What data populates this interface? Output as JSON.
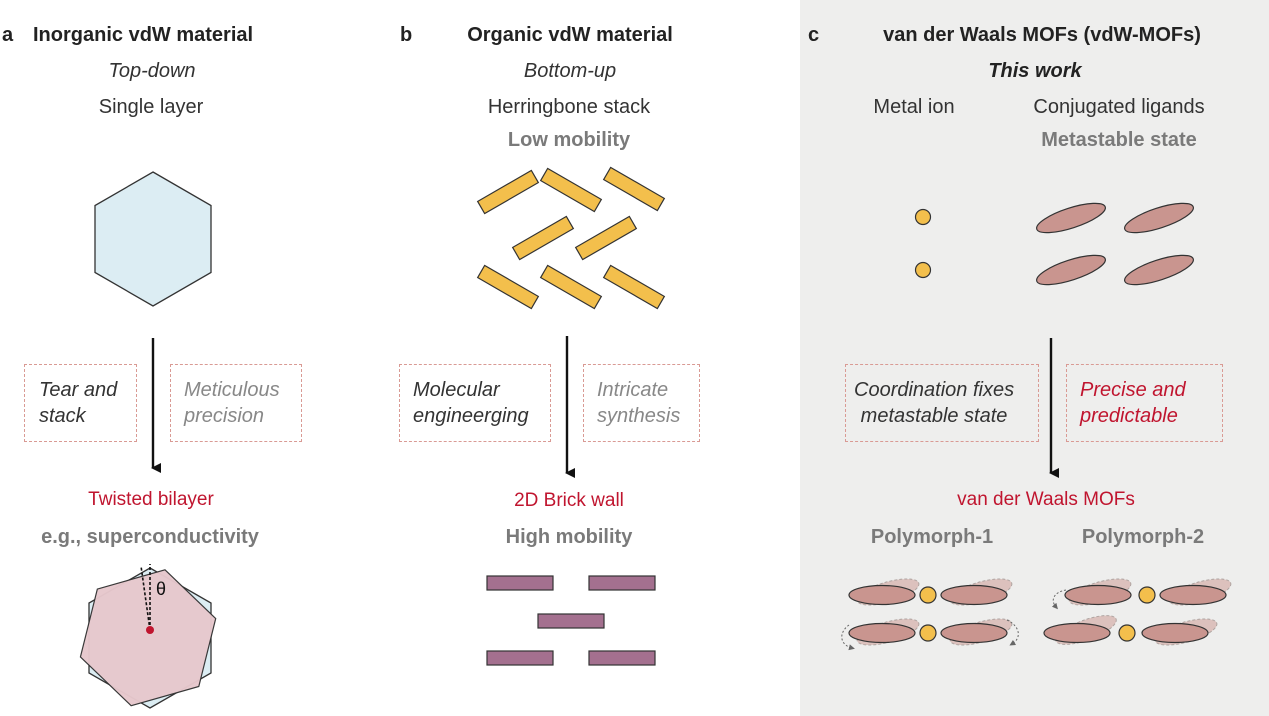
{
  "panel_a": {
    "letter": "a",
    "title": "Inorganic vdW material",
    "approach": "Top-down",
    "start": "Single layer",
    "method_box": [
      "Tear and",
      "stack"
    ],
    "challenge_box": [
      "Meticulous",
      "precision"
    ],
    "result": "Twisted bilayer",
    "property": "e.g., superconductivity",
    "angle_symbol": "θ"
  },
  "panel_b": {
    "letter": "b",
    "title": "Organic vdW material",
    "approach": "Bottom-up",
    "start": "Herringbone stack",
    "start_property": "Low mobility",
    "method_box": [
      "Molecular",
      "engineerging"
    ],
    "challenge_box": [
      "Intricate",
      "synthesis"
    ],
    "result": "2D Brick wall",
    "result_property": "High mobility"
  },
  "panel_c": {
    "letter": "c",
    "title": "van der Waals MOFs (vdW-MOFs)",
    "subtitle": "This work",
    "component_1": "Metal ion",
    "component_2": "Conjugated ligands",
    "component_2_state": "Metastable state",
    "method_box": [
      "Coordination fixes",
      "metastable state"
    ],
    "benefit_box": [
      "Precise and",
      "predictable"
    ],
    "result": "van der Waals MOFs",
    "polymorph_1": "Polymorph-1",
    "polymorph_2": "Polymorph-2"
  },
  "colors": {
    "accent_red": "#c0152f",
    "hexagon_fill": "#dcedf3",
    "rod_fill": "#f3bf4c",
    "brick_fill": "#a4708f",
    "ellipse_fill": "#c9958f",
    "panel_c_bg": "#eeeeed"
  }
}
